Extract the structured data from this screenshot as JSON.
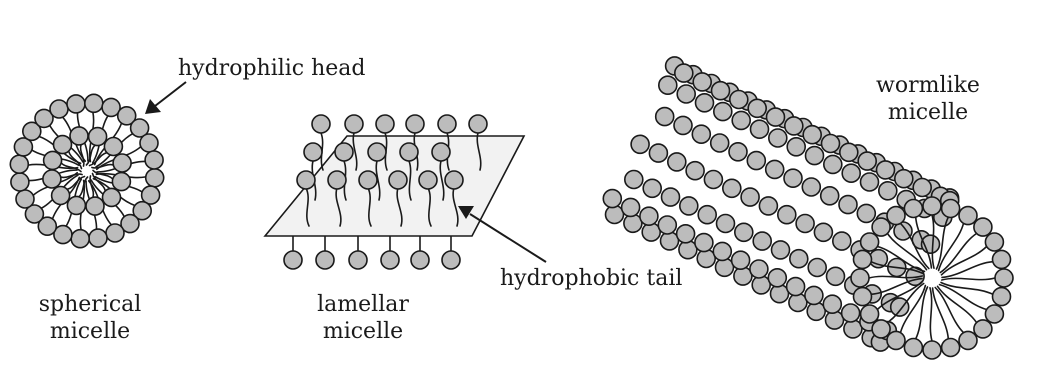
{
  "labels": {
    "hydrophilic_head": "hydrophilic head",
    "hydrophobic_tail": "hydrophobic tail",
    "spherical": {
      "line1": "spherical",
      "line2": "micelle"
    },
    "lamellar": {
      "line1": "lamellar",
      "line2": "micelle"
    },
    "wormlike": {
      "line1": "wormlike",
      "line2": "micelle"
    }
  },
  "colors": {
    "head_fill": "#bcbcbc",
    "outline": "#1a1a1a",
    "membrane": "#f2f2f2"
  }
}
